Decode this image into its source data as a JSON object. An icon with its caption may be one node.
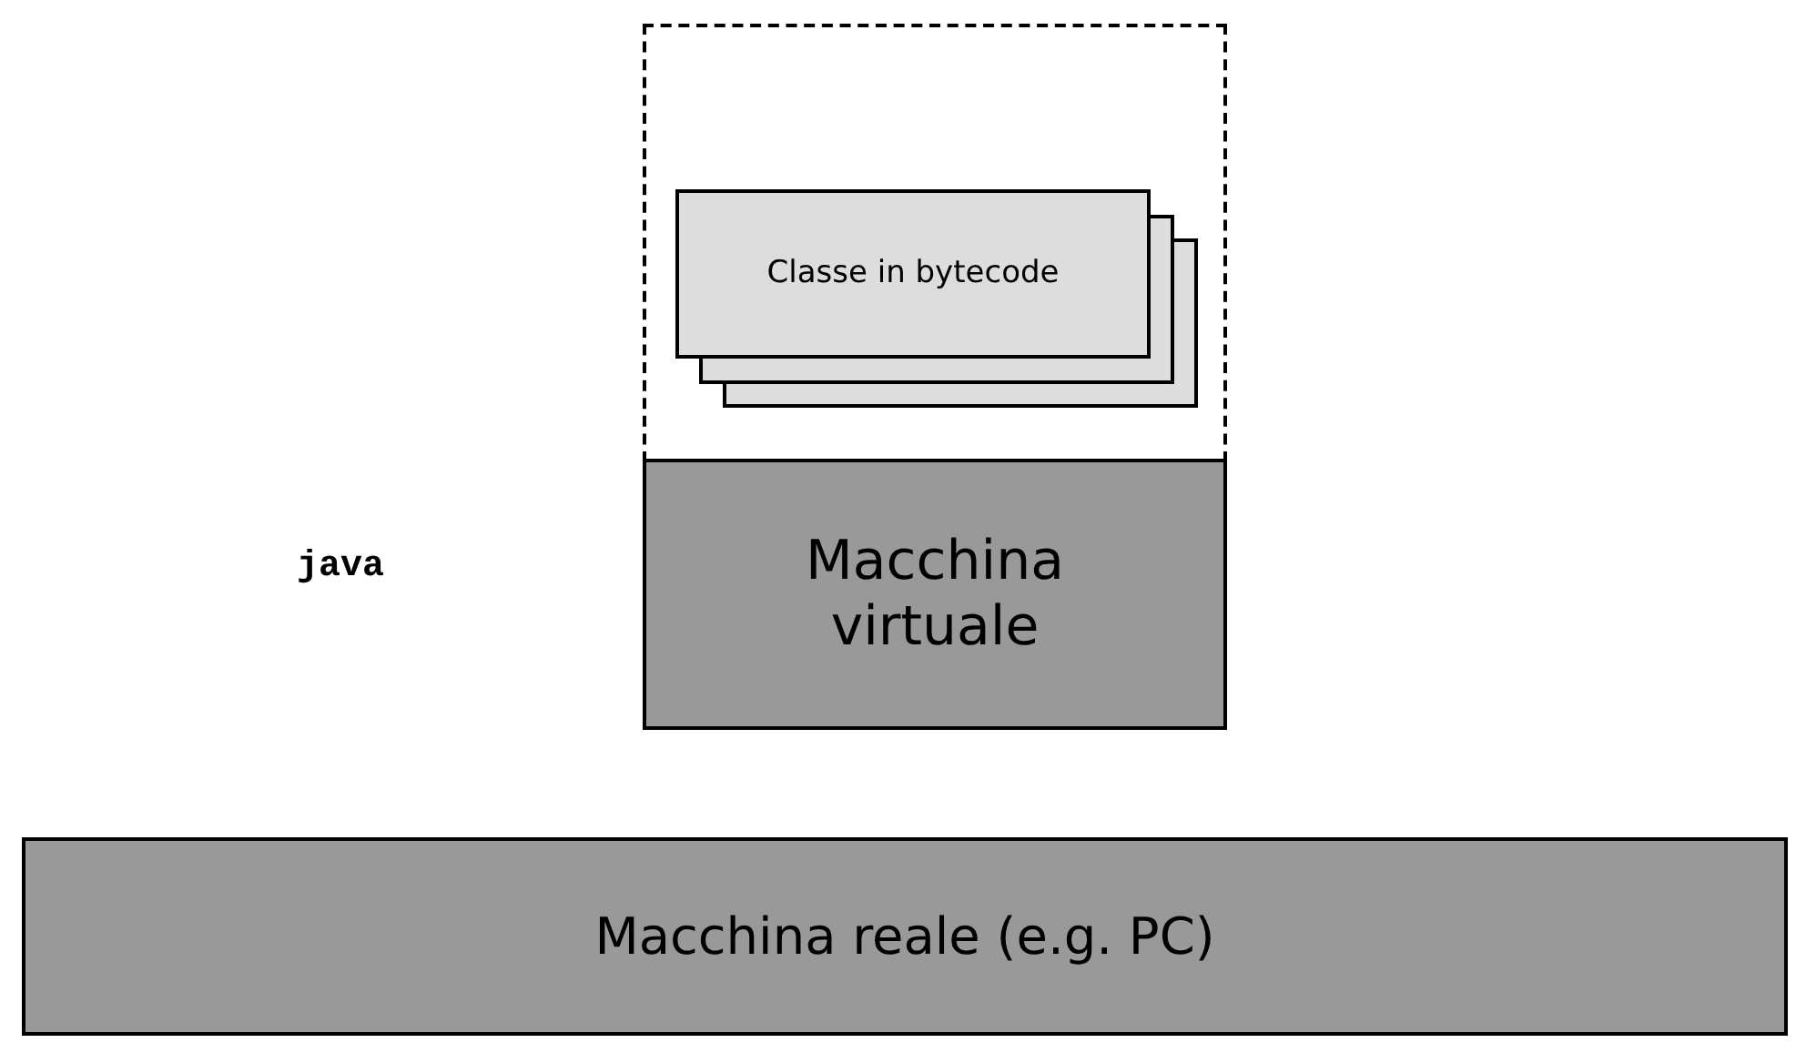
{
  "diagram": {
    "nodes": [
      {
        "text": [],
        "shape": "box"
      },
      {
        "text": [
          "Classe in bytecode"
        ],
        "in": 0
      },
      {
        "text": [
          "Macchina virtuale"
        ]
      },
      {
        "text": [
          "Macchina reale (e.g. PC)"
        ]
      }
    ],
    "labels": [
      "java"
    ]
  }
}
